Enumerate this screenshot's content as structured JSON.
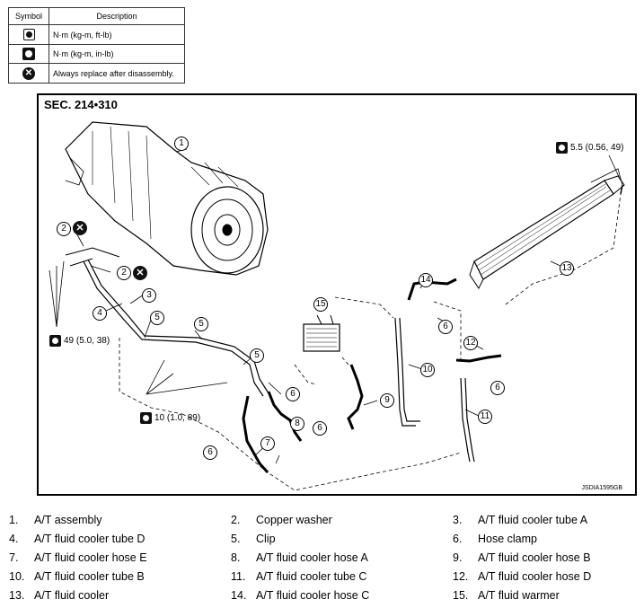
{
  "legend": {
    "header_symbol": "Symbol",
    "header_description": "Description",
    "rows": [
      {
        "icon": "torque-ft-lb-icon",
        "text": "N·m (kg-m, ft-lb)"
      },
      {
        "icon": "torque-in-lb-icon",
        "text": "N·m (kg-m, in-lb)"
      },
      {
        "icon": "always-replace-icon",
        "text": "Always replace after disassembly."
      }
    ]
  },
  "diagram": {
    "section": "SEC. 214•310",
    "code": "JSDIA1595GB",
    "torques": {
      "t1": "5.5 (0.56, 49)",
      "t2": "49 (5.0, 38)",
      "t3": "10 (1.0, 89)"
    },
    "callouts": [
      "1",
      "2",
      "2",
      "3",
      "4",
      "5",
      "5",
      "5",
      "6",
      "6",
      "6",
      "6",
      "6",
      "7",
      "8",
      "9",
      "10",
      "11",
      "12",
      "13",
      "14",
      "15"
    ]
  },
  "parts": [
    {
      "num": "1.",
      "name": "A/T assembly"
    },
    {
      "num": "2.",
      "name": "Copper washer"
    },
    {
      "num": "3.",
      "name": "A/T fluid cooler tube A"
    },
    {
      "num": "4.",
      "name": "A/T fluid cooler tube D"
    },
    {
      "num": "5.",
      "name": "Clip"
    },
    {
      "num": "6.",
      "name": "Hose clamp"
    },
    {
      "num": "7.",
      "name": "A/T fluid cooler hose E"
    },
    {
      "num": "8.",
      "name": "A/T fluid cooler hose A"
    },
    {
      "num": "9.",
      "name": "A/T fluid cooler hose B"
    },
    {
      "num": "10.",
      "name": "A/T fluid cooler tube B"
    },
    {
      "num": "11.",
      "name": "A/T fluid cooler tube C"
    },
    {
      "num": "12.",
      "name": "A/T fluid cooler hose D"
    },
    {
      "num": "13.",
      "name": "A/T fluid cooler"
    },
    {
      "num": "14.",
      "name": "A/T fluid cooler hose C"
    },
    {
      "num": "15.",
      "name": "A/T fluid warmer"
    }
  ]
}
